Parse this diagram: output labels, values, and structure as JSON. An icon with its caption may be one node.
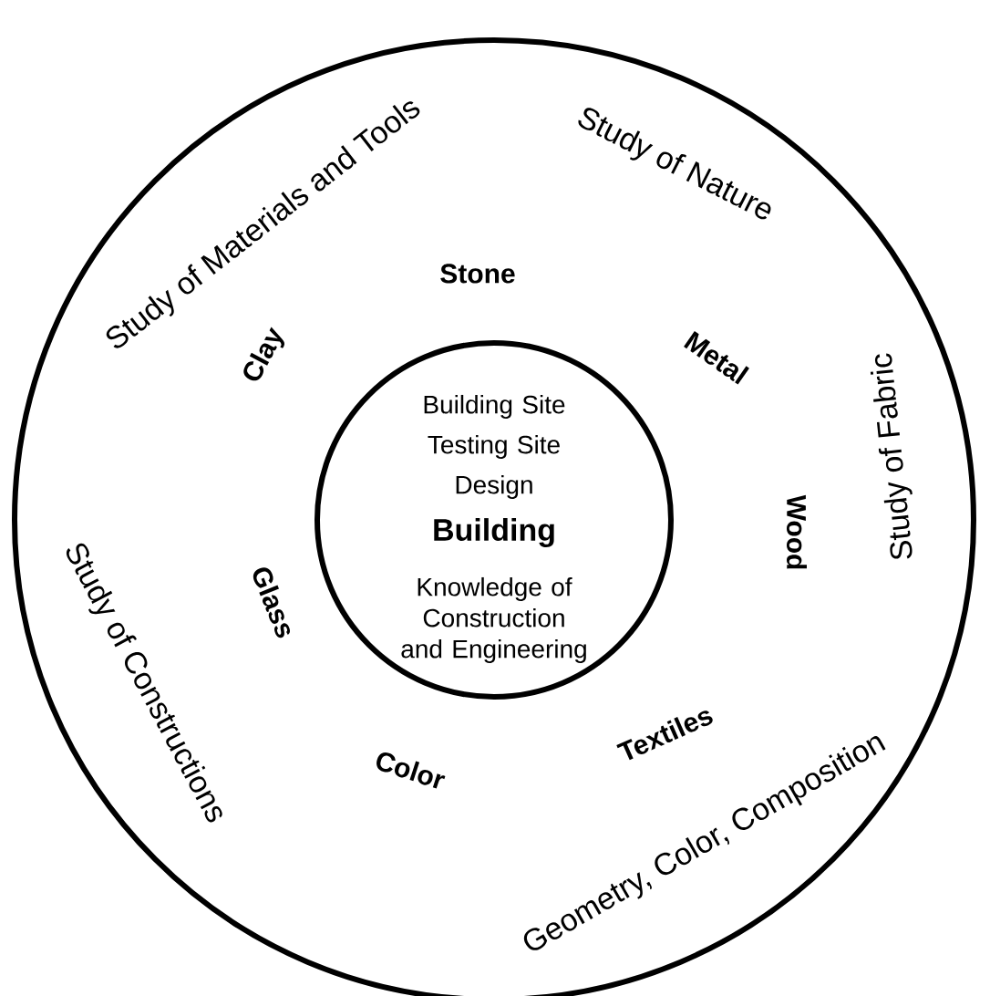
{
  "diagram": {
    "nodes": [
      {
        "text": [
          "Study of Materials and Tools",
          "Study of Nature",
          "Study of Fabric",
          "Study of Constructions",
          "Geometry, Color, Composition"
        ]
      },
      {
        "text": [
          "Building Site",
          "Testing Site",
          "Design",
          "Building",
          "Knowledge of Construction and Engineering"
        ],
        "in": 0
      }
    ],
    "labels": [
      "Stone",
      "Clay",
      "Metal",
      "Wood",
      "Glass",
      "Color",
      "Textiles"
    ]
  }
}
